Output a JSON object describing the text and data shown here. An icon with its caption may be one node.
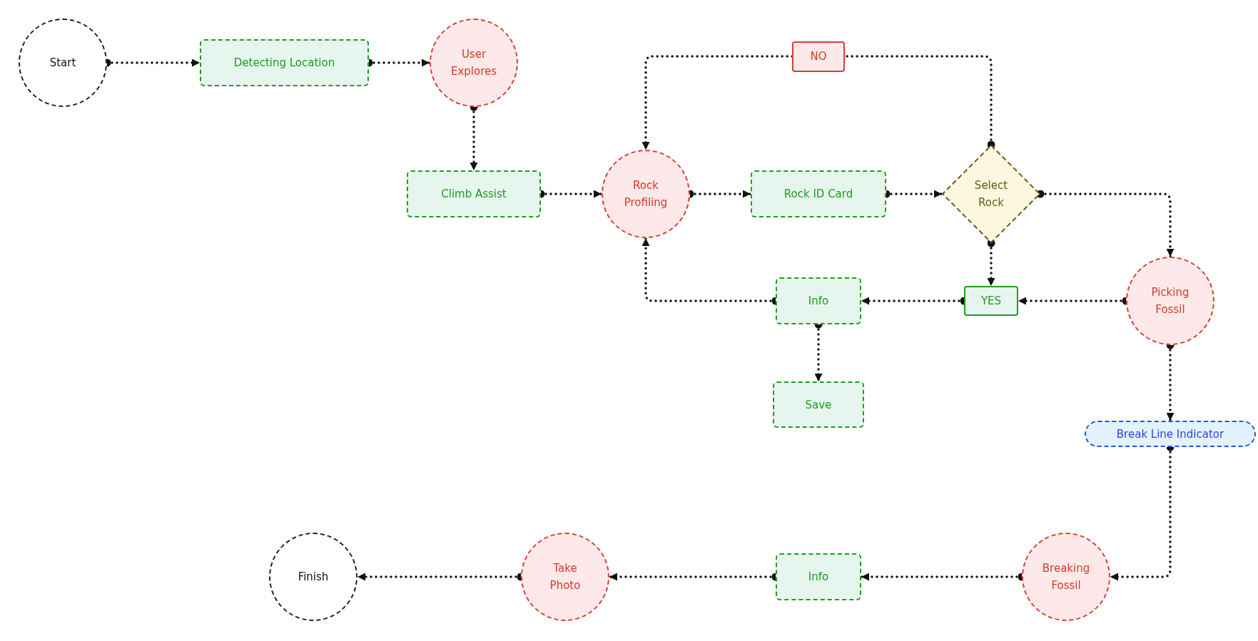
{
  "diagram": {
    "nodes": [
      {
        "text": [
          "Start"
        ]
      },
      {
        "text": [
          "Detecting Location"
        ]
      },
      {
        "text": [
          "User Explores"
        ]
      },
      {
        "text": [
          "Climb Assist"
        ]
      },
      {
        "text": [
          "Rock Profiling"
        ]
      },
      {
        "text": [
          "Rock ID Card"
        ]
      },
      {
        "text": [
          "Select Rock"
        ]
      },
      {
        "text": [
          "Picking Fossil"
        ]
      },
      {
        "text": [
          "Info"
        ]
      },
      {
        "text": [
          "YES"
        ]
      },
      {
        "text": [
          "Save"
        ]
      },
      {
        "text": [
          "Break Line Indicator"
        ]
      },
      {
        "text": [
          "Finish"
        ]
      },
      {
        "text": [
          "Take Photo"
        ]
      },
      {
        "text": [
          "Info"
        ]
      },
      {
        "text": [
          "Breaking Fossil"
        ]
      }
    ],
    "edges": [
      {
        "from": 0,
        "to": 1,
        "arrow": "to"
      },
      {
        "from": 1,
        "to": 2,
        "arrow": "to"
      },
      {
        "from": 2,
        "to": 3,
        "arrow": "to"
      },
      {
        "from": 3,
        "to": 4,
        "arrow": "to"
      },
      {
        "from": 4,
        "to": 5,
        "arrow": "to"
      },
      {
        "from": 5,
        "to": 6,
        "arrow": "to"
      },
      {
        "from": 6,
        "to": 4,
        "arrow": "to",
        "label": "NO"
      },
      {
        "from": 6,
        "to": 7,
        "arrow": "to"
      },
      {
        "from": 6,
        "to": 9,
        "arrow": "to"
      },
      {
        "from": 7,
        "to": 9,
        "arrow": "to"
      },
      {
        "from": 9,
        "to": 8,
        "arrow": "to"
      },
      {
        "from": 8,
        "to": 4,
        "arrow": "to"
      },
      {
        "from": 8,
        "to": 10,
        "arrow": "to"
      },
      {
        "from": 7,
        "to": 11,
        "arrow": "to"
      },
      {
        "from": 11,
        "to": 15,
        "arrow": "to"
      },
      {
        "from": 15,
        "to": 14,
        "arrow": "to"
      },
      {
        "from": 14,
        "to": 13,
        "arrow": "to"
      },
      {
        "from": 13,
        "to": 12,
        "arrow": "to"
      }
    ]
  }
}
